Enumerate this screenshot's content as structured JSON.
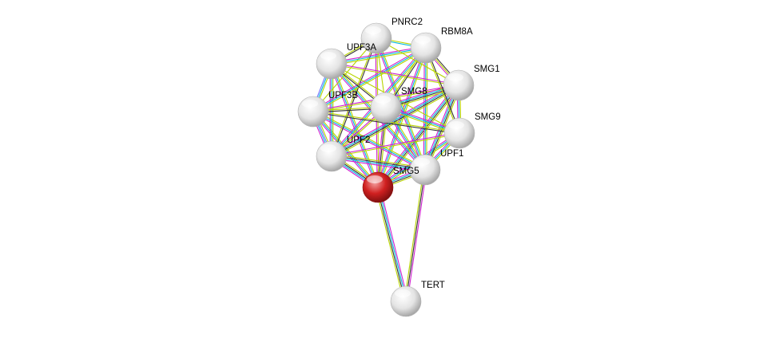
{
  "colors": {
    "database": "#00b8e0",
    "experimental": "#d020d0",
    "textmining": "#b8d400",
    "coexpression": "#333333",
    "homology": "#7070ff",
    "query_node": "#d01818",
    "node": "#e8e8e8"
  },
  "nodes": [
    {
      "id": "PNRC2",
      "label": "PNRC2",
      "query": false
    },
    {
      "id": "RBM8A",
      "label": "RBM8A",
      "query": false
    },
    {
      "id": "UPF3A",
      "label": "UPF3A",
      "query": false
    },
    {
      "id": "SMG1",
      "label": "SMG1",
      "query": false
    },
    {
      "id": "UPF3B",
      "label": "UPF3B",
      "query": false
    },
    {
      "id": "SMG8",
      "label": "SMG8",
      "query": false
    },
    {
      "id": "SMG9",
      "label": "SMG9",
      "query": false
    },
    {
      "id": "UPF2",
      "label": "UPF2",
      "query": false
    },
    {
      "id": "UPF1",
      "label": "UPF1",
      "query": false
    },
    {
      "id": "SMG5",
      "label": "SMG5",
      "query": true
    },
    {
      "id": "TERT",
      "label": "TERT",
      "query": false
    }
  ],
  "edges": [
    [
      "SMG5",
      "TERT",
      [
        "experimental",
        "database",
        "coexpression",
        "textmining"
      ]
    ],
    [
      "UPF1",
      "TERT",
      [
        "experimental",
        "coexpression",
        "textmining"
      ]
    ],
    [
      "SMG5",
      "UPF1",
      [
        "experimental",
        "database",
        "coexpression",
        "textmining"
      ]
    ],
    [
      "SMG5",
      "UPF2",
      [
        "experimental",
        "database",
        "coexpression",
        "textmining"
      ]
    ],
    [
      "SMG5",
      "UPF3B",
      [
        "experimental",
        "database",
        "textmining"
      ]
    ],
    [
      "SMG5",
      "UPF3A",
      [
        "experimental",
        "database",
        "textmining"
      ]
    ],
    [
      "SMG5",
      "SMG8",
      [
        "experimental",
        "coexpression",
        "textmining"
      ]
    ],
    [
      "SMG5",
      "SMG9",
      [
        "experimental",
        "database",
        "textmining"
      ]
    ],
    [
      "SMG5",
      "SMG1",
      [
        "experimental",
        "database",
        "coexpression",
        "textmining"
      ]
    ],
    [
      "SMG5",
      "RBM8A",
      [
        "experimental",
        "database",
        "textmining"
      ]
    ],
    [
      "SMG5",
      "PNRC2",
      [
        "experimental",
        "textmining"
      ]
    ],
    [
      "UPF1",
      "UPF2",
      [
        "experimental",
        "database",
        "coexpression",
        "textmining"
      ]
    ],
    [
      "UPF1",
      "UPF3B",
      [
        "experimental",
        "database",
        "textmining"
      ]
    ],
    [
      "UPF1",
      "UPF3A",
      [
        "experimental",
        "database",
        "textmining"
      ]
    ],
    [
      "UPF1",
      "SMG8",
      [
        "experimental",
        "database",
        "textmining"
      ]
    ],
    [
      "UPF1",
      "SMG9",
      [
        "experimental",
        "database",
        "textmining"
      ]
    ],
    [
      "UPF1",
      "SMG1",
      [
        "experimental",
        "database",
        "coexpression",
        "textmining"
      ]
    ],
    [
      "UPF1",
      "RBM8A",
      [
        "experimental",
        "database",
        "textmining"
      ]
    ],
    [
      "UPF1",
      "PNRC2",
      [
        "experimental",
        "database",
        "textmining"
      ]
    ],
    [
      "UPF2",
      "UPF3B",
      [
        "experimental",
        "database",
        "homology",
        "textmining"
      ]
    ],
    [
      "UPF2",
      "UPF3A",
      [
        "experimental",
        "database",
        "textmining"
      ]
    ],
    [
      "UPF2",
      "SMG8",
      [
        "experimental",
        "textmining"
      ]
    ],
    [
      "UPF2",
      "SMG9",
      [
        "experimental",
        "textmining"
      ]
    ],
    [
      "UPF2",
      "SMG1",
      [
        "experimental",
        "database",
        "coexpression",
        "textmining"
      ]
    ],
    [
      "UPF2",
      "RBM8A",
      [
        "experimental",
        "database",
        "textmining"
      ]
    ],
    [
      "UPF2",
      "PNRC2",
      [
        "textmining",
        "coexpression"
      ]
    ],
    [
      "UPF3B",
      "UPF3A",
      [
        "homology",
        "database",
        "textmining"
      ]
    ],
    [
      "UPF3B",
      "SMG8",
      [
        "textmining",
        "coexpression"
      ]
    ],
    [
      "UPF3B",
      "SMG9",
      [
        "textmining",
        "coexpression"
      ]
    ],
    [
      "UPF3B",
      "SMG1",
      [
        "experimental",
        "textmining"
      ]
    ],
    [
      "UPF3B",
      "RBM8A",
      [
        "experimental",
        "database",
        "textmining"
      ]
    ],
    [
      "UPF3B",
      "PNRC2",
      [
        "textmining"
      ]
    ],
    [
      "UPF3A",
      "SMG8",
      [
        "textmining",
        "coexpression"
      ]
    ],
    [
      "UPF3A",
      "SMG9",
      [
        "textmining"
      ]
    ],
    [
      "UPF3A",
      "SMG1",
      [
        "experimental",
        "textmining"
      ]
    ],
    [
      "UPF3A",
      "RBM8A",
      [
        "experimental",
        "database",
        "textmining"
      ]
    ],
    [
      "UPF3A",
      "PNRC2",
      [
        "textmining",
        "coexpression"
      ]
    ],
    [
      "SMG8",
      "SMG9",
      [
        "experimental",
        "database",
        "textmining"
      ]
    ],
    [
      "SMG8",
      "SMG1",
      [
        "experimental",
        "database",
        "coexpression",
        "textmining"
      ]
    ],
    [
      "SMG8",
      "RBM8A",
      [
        "textmining",
        "coexpression"
      ]
    ],
    [
      "SMG8",
      "PNRC2",
      [
        "textmining"
      ]
    ],
    [
      "SMG9",
      "SMG1",
      [
        "experimental",
        "database",
        "textmining"
      ]
    ],
    [
      "SMG9",
      "RBM8A",
      [
        "textmining",
        "coexpression"
      ]
    ],
    [
      "SMG1",
      "RBM8A",
      [
        "experimental",
        "textmining",
        "coexpression"
      ]
    ],
    [
      "SMG1",
      "PNRC2",
      [
        "textmining"
      ]
    ],
    [
      "RBM8A",
      "PNRC2",
      [
        "database",
        "textmining"
      ]
    ]
  ]
}
